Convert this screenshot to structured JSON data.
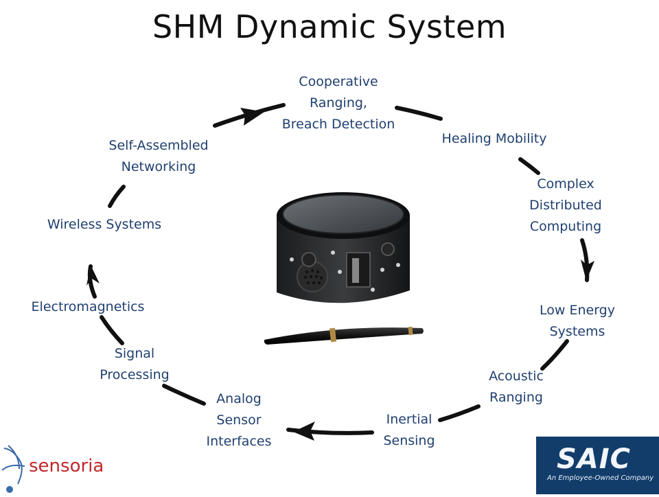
{
  "title": "SHM Dynamic System",
  "nodes": [
    {
      "lines": [
        "Cooperative",
        "Ranging,",
        "Breach Detection"
      ]
    },
    {
      "lines": [
        "Healing Mobility"
      ]
    },
    {
      "lines": [
        "Complex",
        "Distributed",
        "Computing"
      ]
    },
    {
      "lines": [
        "Low Energy",
        "Systems"
      ]
    },
    {
      "lines": [
        "Acoustic",
        "Ranging"
      ]
    },
    {
      "lines": [
        "Inertial",
        "Sensing"
      ]
    },
    {
      "lines": [
        "Analog",
        "Sensor",
        "Interfaces"
      ]
    },
    {
      "lines": [
        "Signal",
        "Processing"
      ]
    },
    {
      "lines": [
        "Electromagnetics"
      ]
    },
    {
      "lines": [
        "Wireless Systems"
      ]
    },
    {
      "lines": [
        "Self-Assembled",
        "Networking"
      ]
    }
  ],
  "logos": {
    "left": "sensoria",
    "right": "SAIC",
    "right_tagline": "An Employee-Owned Company"
  },
  "colors": {
    "label": "#1f3f6f",
    "cycle": "#111111",
    "saic_bg": "#123d6b",
    "sensoria_red": "#c0282c"
  }
}
